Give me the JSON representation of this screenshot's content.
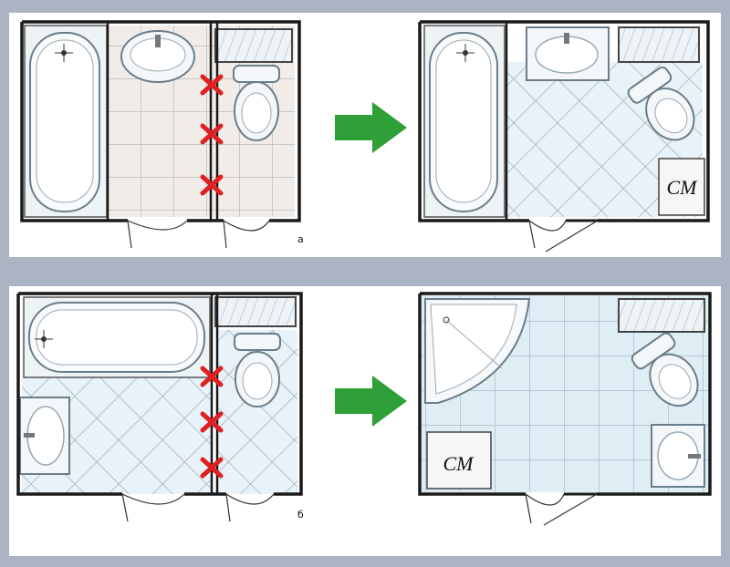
{
  "figure": {
    "panels": [
      {
        "caption": "а",
        "washing_machine_label": "СМ"
      },
      {
        "caption": "б",
        "washing_machine_label": "СМ"
      }
    ],
    "colors": {
      "background": "#aab4c2",
      "wall": "#1a1a1a",
      "tile_fill": "#e8f2f8",
      "tile_line": "#9fb3c2",
      "fixture_fill": "#f4f7f9",
      "fixture_stroke": "#6b7d8a",
      "remove_mark": "#e02020",
      "arrow": "#2fa037"
    },
    "icons": [
      "bathtub-icon",
      "sink-icon",
      "toilet-icon",
      "shower-icon",
      "washing-machine-icon",
      "remove-cross-icon",
      "arrow-right-icon",
      "door-icon"
    ]
  }
}
